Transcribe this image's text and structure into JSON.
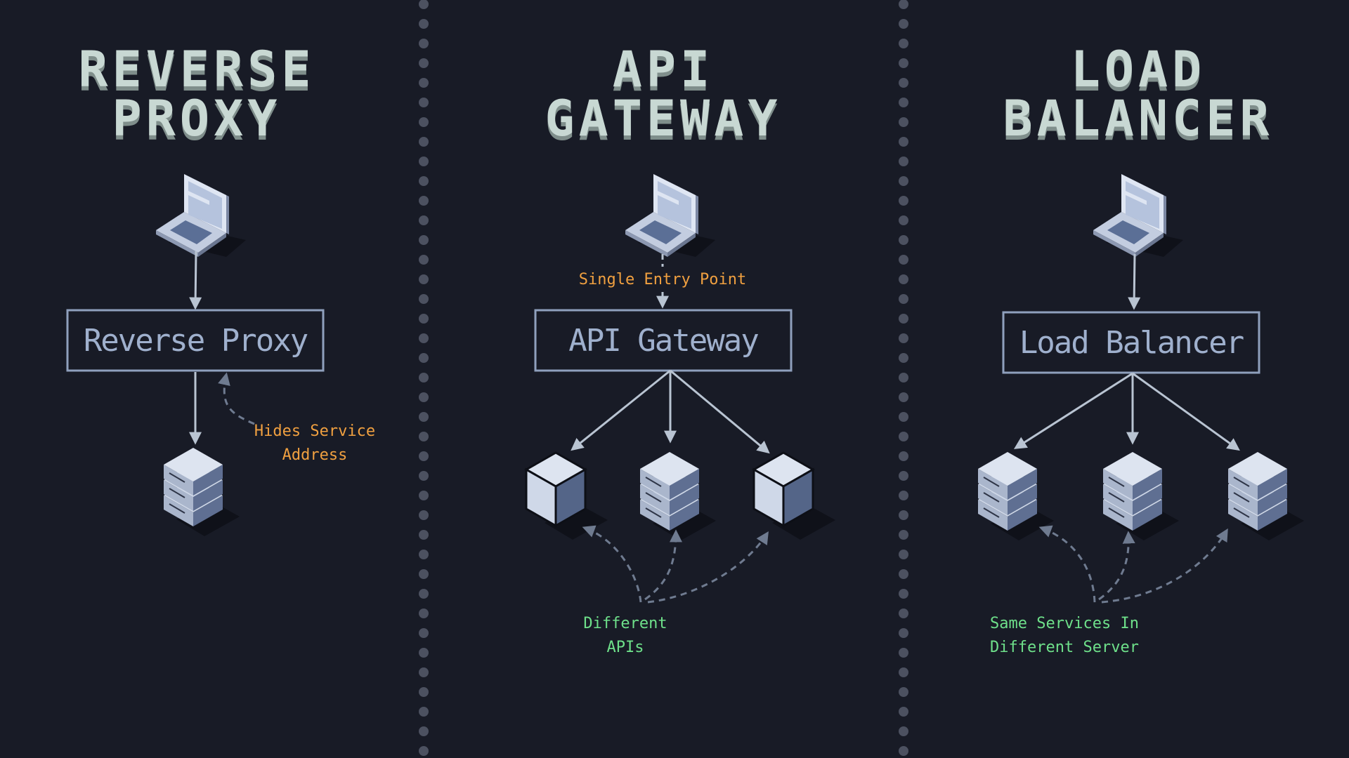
{
  "titles": {
    "reverse_proxy": [
      "REVERSE",
      "PROXY"
    ],
    "api_gateway": [
      "API",
      "GATEWAY"
    ],
    "load_balancer": [
      "LOAD",
      "BALANCER"
    ]
  },
  "boxes": {
    "reverse_proxy": "Reverse Proxy",
    "api_gateway": "API Gateway",
    "load_balancer": "Load Balancer"
  },
  "notes": {
    "hides_service": [
      "Hides Service",
      "Address"
    ],
    "single_entry": "Single Entry Point",
    "different_apis": [
      "Different",
      "APIs"
    ],
    "same_services": [
      "Same Services In",
      "Different Server"
    ]
  },
  "colors": {
    "background": "#181b26",
    "title": "#c8d8d3",
    "box_border": "#8fa0bd",
    "orange_note": "#f0a040",
    "green_note": "#6ee08a",
    "arrow": "#b9c4d2",
    "dashed_arrow": "#6f7b90",
    "divider_dots": "#4c5160"
  },
  "icons": [
    "laptop-icon",
    "server-icon",
    "cube-icon"
  ]
}
